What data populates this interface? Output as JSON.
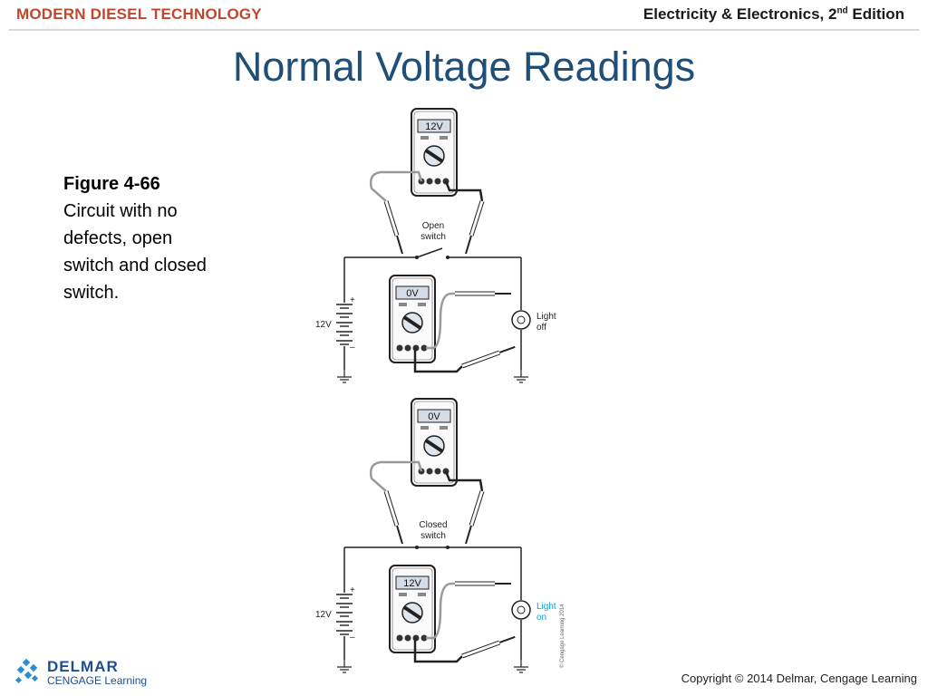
{
  "header": {
    "left_title": "MODERN DIESEL TECHNOLOGY",
    "right_title": "Electricity & Electronics, 2",
    "right_sup": "nd",
    "right_suffix": " Edition"
  },
  "slide": {
    "title": "Normal Voltage Readings"
  },
  "caption": {
    "figure": "Figure 4-66",
    "description": "Circuit with no defects, open switch and closed switch."
  },
  "diagram": {
    "top": {
      "meter_upper_reading": "12V",
      "meter_lower_reading": "0V",
      "switch_label": [
        "Open",
        "switch"
      ],
      "battery_label": "12V",
      "light_label": [
        "Light",
        "off"
      ]
    },
    "bottom": {
      "meter_upper_reading": "0V",
      "meter_lower_reading": "12V",
      "switch_label": [
        "Closed",
        "switch"
      ],
      "battery_label": "12V",
      "light_label": [
        "Light",
        "on"
      ]
    },
    "credit": "© Cengage Learning 2014",
    "colors": {
      "light_on": "#00a3d9",
      "lcd": "#d4dde6",
      "lead_gray": "#9a9a9a"
    }
  },
  "logo": {
    "word": "DELMAR",
    "sub": "CENGAGE Learning",
    "color_word": "#1e4e8c",
    "color_squares": "#2a8fd0"
  },
  "footer": {
    "copyright": "Copyright © 2014 Delmar, Cengage Learning"
  },
  "colors": {
    "header_left": "#c0472d",
    "title": "#1f4e79"
  }
}
